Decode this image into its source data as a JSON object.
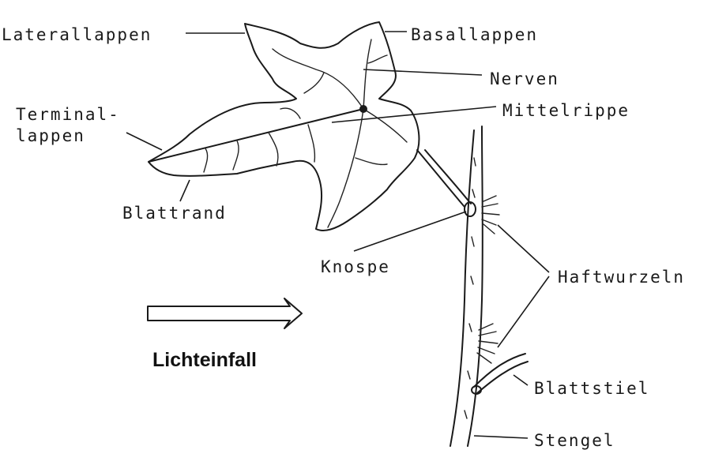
{
  "labels": {
    "laterallappen": "Laterallappen",
    "basallappen": "Basallappen",
    "nerven": "Nerven",
    "terminal_line1": "Terminal-",
    "terminal_line2": "lappen",
    "mittelrippe": "Mittelrippe",
    "blattrand": "Blattrand",
    "knospe": "Knospe",
    "haftwurzeln": "Haftwurzeln",
    "blattstiel": "Blattstiel",
    "stengel": "Stengel",
    "lichteinfall": "Lichteinfall"
  },
  "colors": {
    "ink": "#1a1a1a",
    "background": "#ffffff"
  }
}
